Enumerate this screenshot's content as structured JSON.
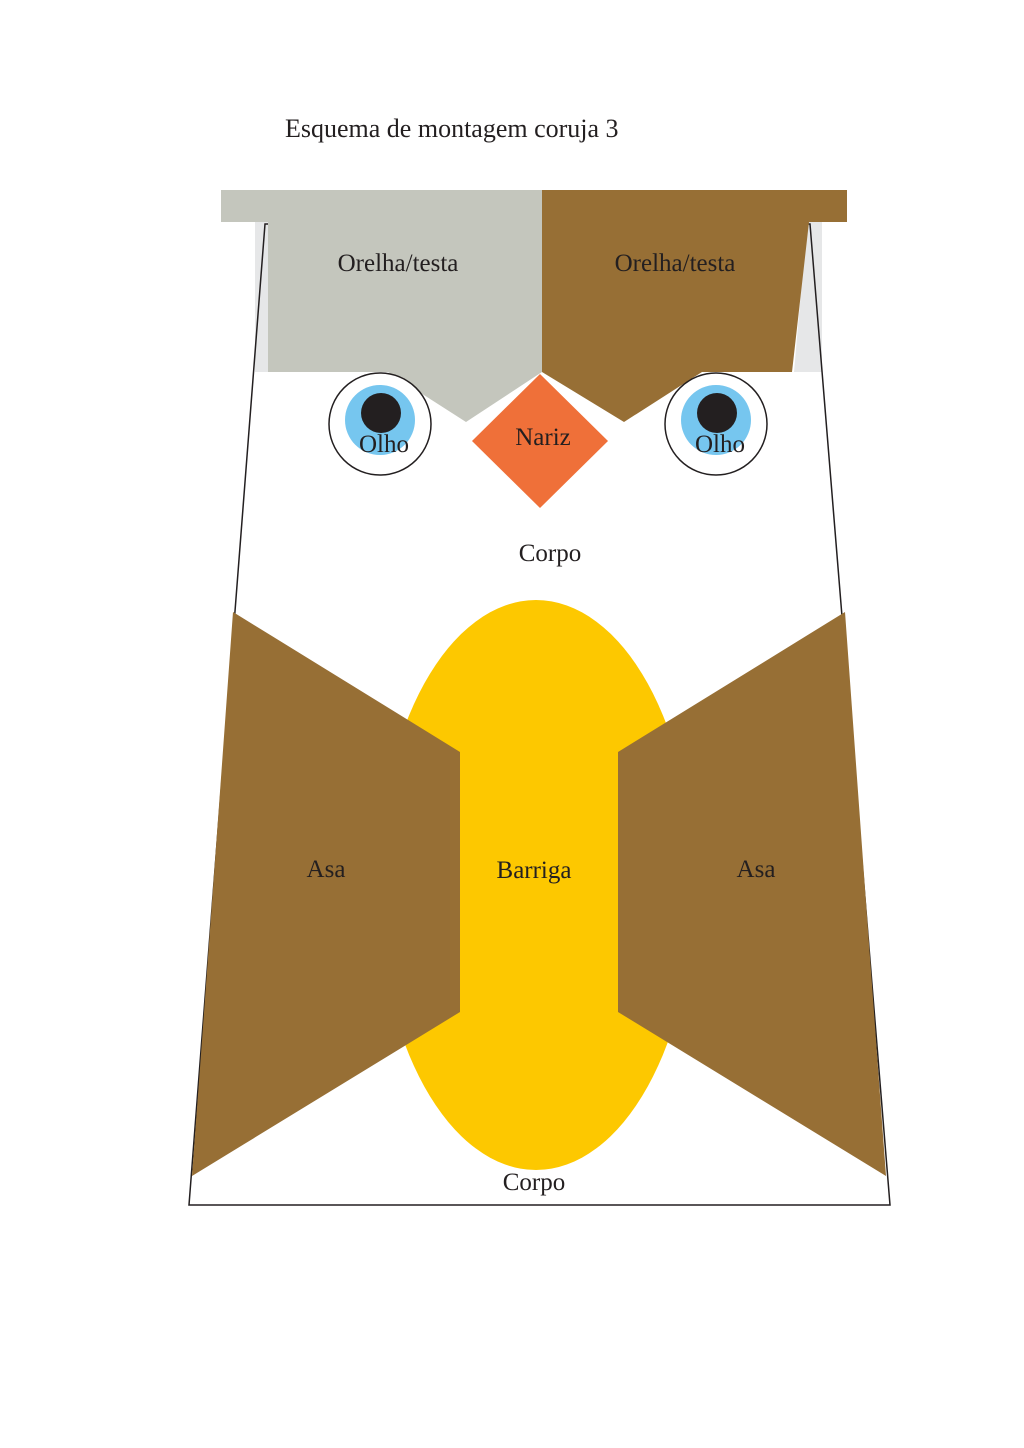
{
  "title": "Esquema de montagem coruja 3",
  "labels": {
    "ear_left": "Orelha/testa",
    "ear_right": "Orelha/testa",
    "eye_left": "Olho",
    "eye_right": "Olho",
    "nose": "Nariz",
    "body_top": "Corpo",
    "wing_left": "Asa",
    "belly": "Barriga",
    "wing_right": "Asa",
    "body_bottom": "Corpo"
  },
  "colors": {
    "ear_left": "#c4c6bd",
    "ear_right": "#976f35",
    "side_tab": "#e6e7e8",
    "wing": "#976f35",
    "belly": "#fdc800",
    "nose": "#ef7039",
    "iris": "#76c6ef",
    "pupil": "#231f20",
    "outline": "#231f20"
  }
}
